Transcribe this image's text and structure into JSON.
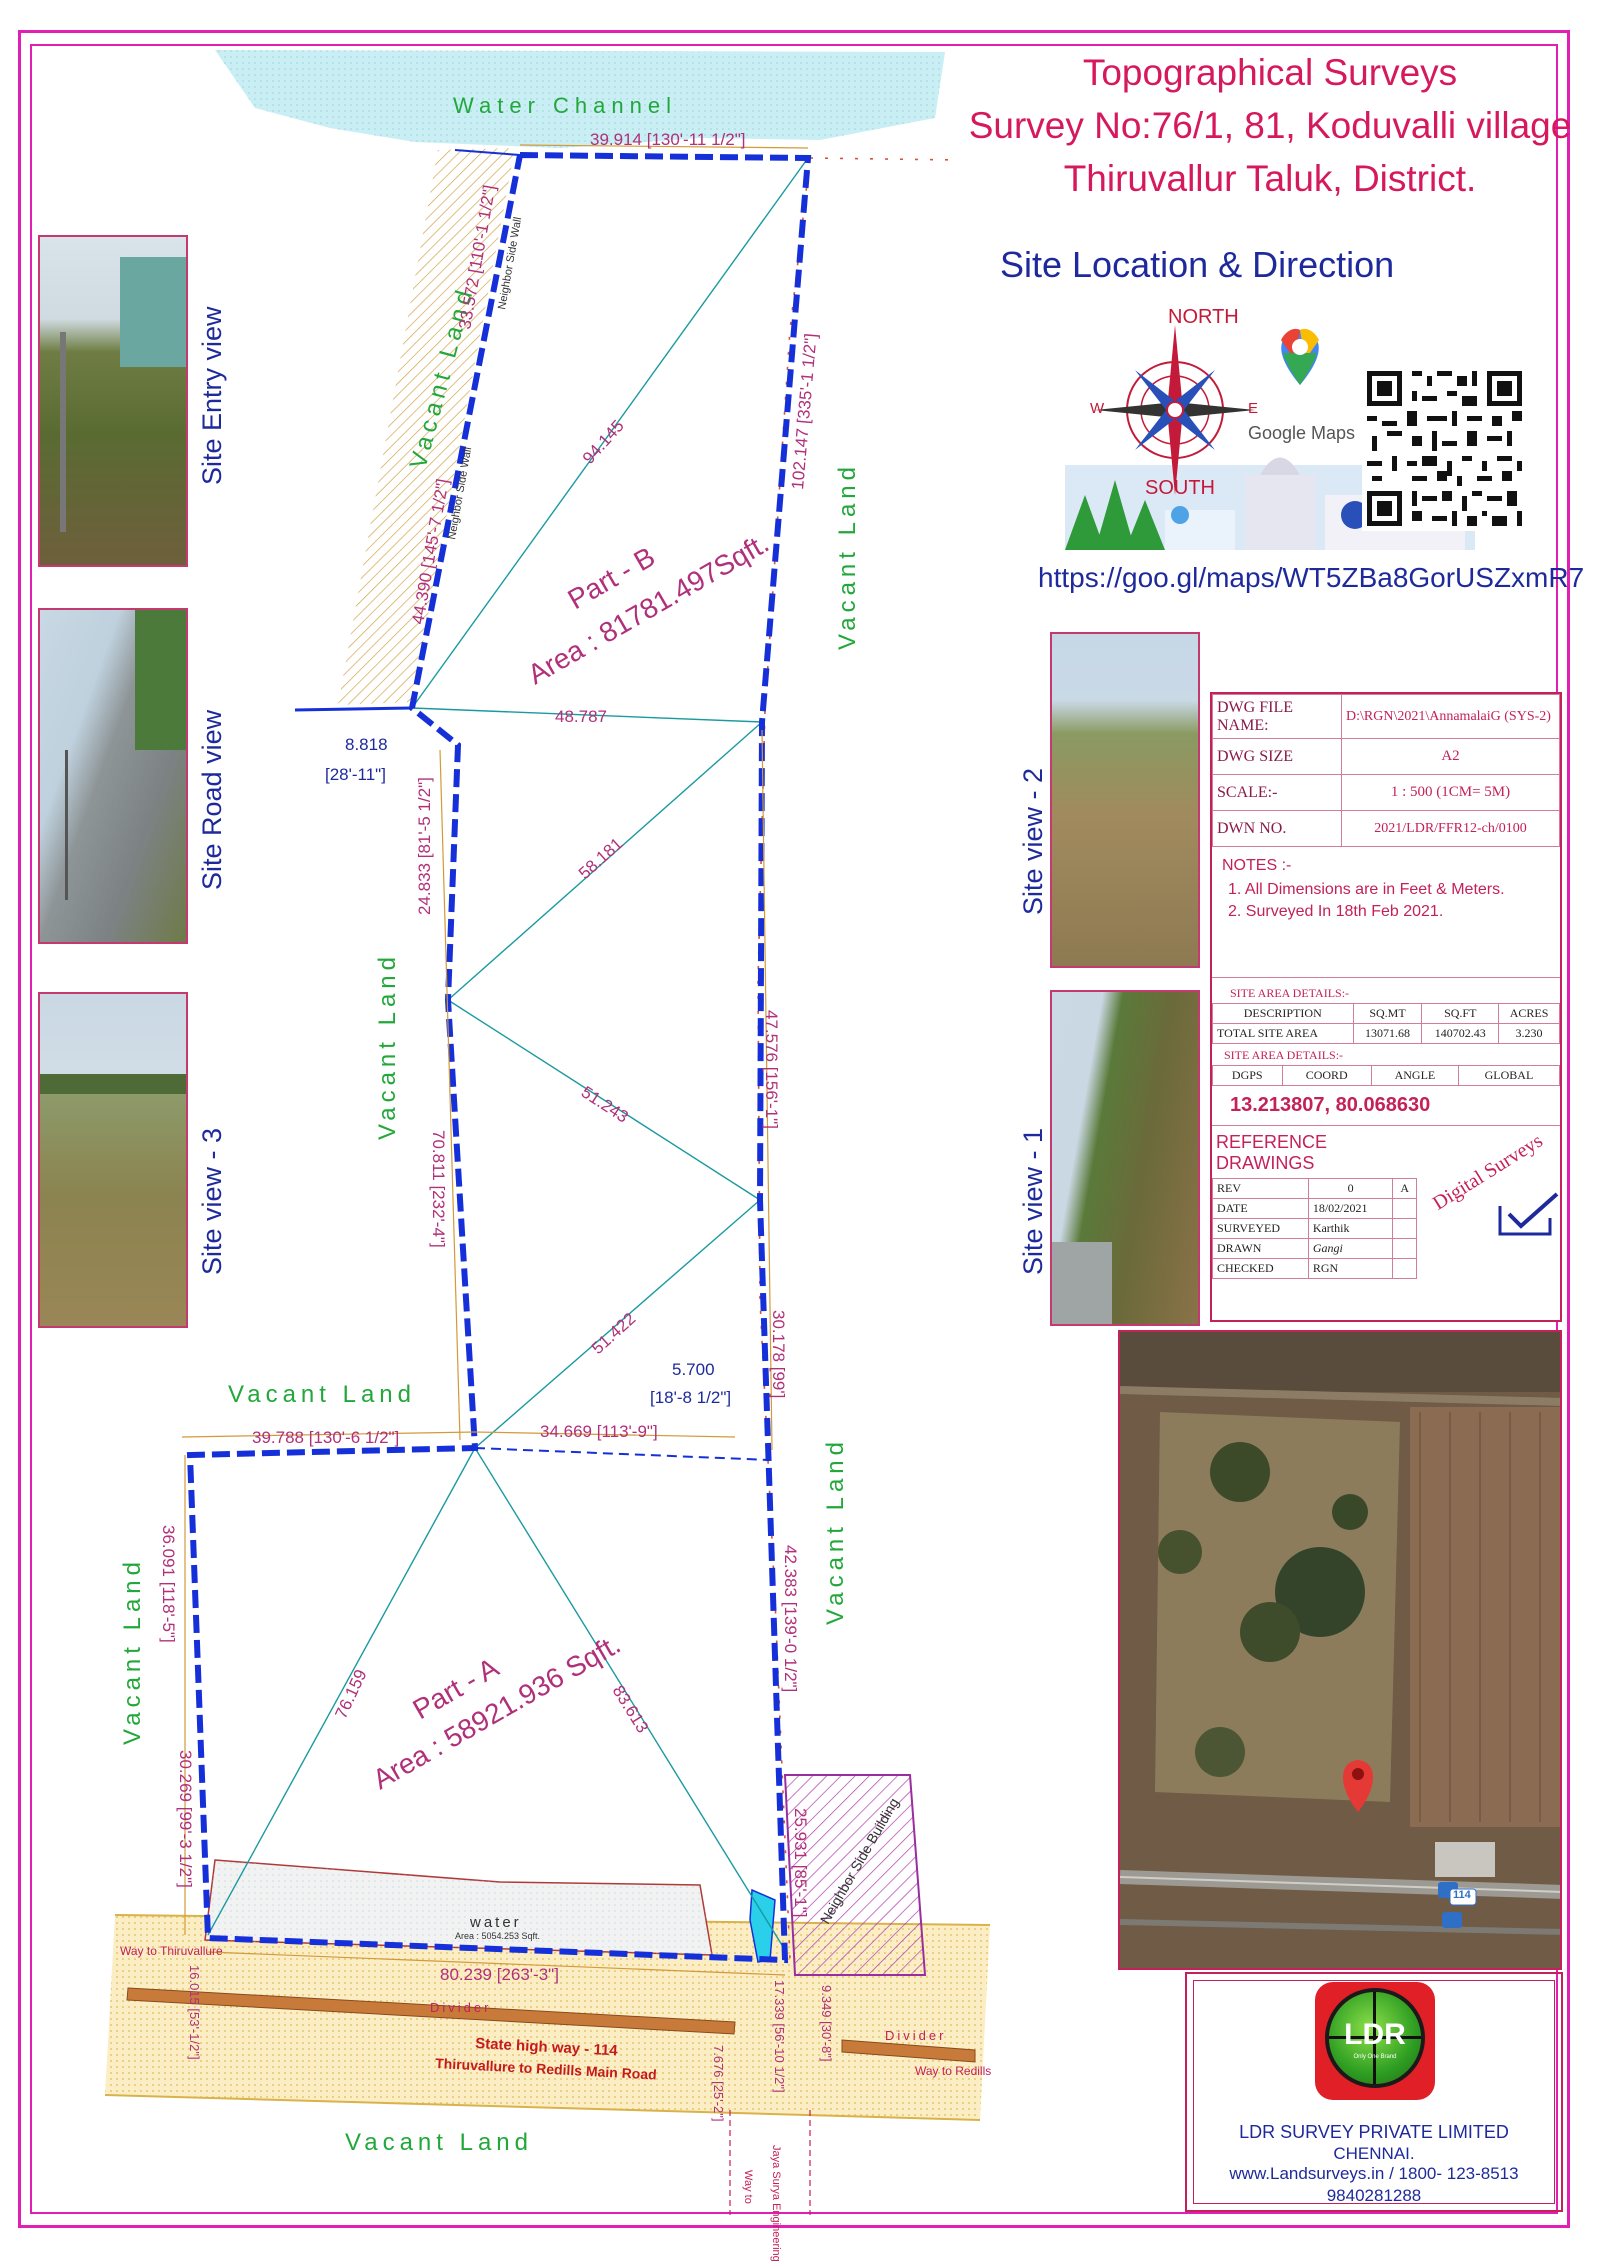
{
  "title": {
    "line1": "Topographical Surveys",
    "line2": "Survey No:76/1, 81, Koduvalli village",
    "line3": "Thiruvallur Taluk, District."
  },
  "site_location": {
    "heading": "Site Location & Direction",
    "compass": {
      "north": "NORTH",
      "south": "SOUTH",
      "east": "E",
      "west": "W"
    },
    "google_maps_label": "Google Maps",
    "url": "https://goo.gl/maps/WT5ZBa8GorUSZxmR7"
  },
  "photos_left": [
    {
      "label": "Site Entry view"
    },
    {
      "label": "Site Road view"
    },
    {
      "label": "Site view - 3"
    }
  ],
  "photos_right": [
    {
      "label": "Site view - 2"
    },
    {
      "label": "Site view - 1"
    }
  ],
  "drawing_info": {
    "file_name_label": "DWG FILE NAME:",
    "file_name_value": "D:\\RGN\\2021\\AnnamalaiG (SYS-2)",
    "size_label": "DWG SIZE",
    "size_value": "A2",
    "scale_label": "SCALE:-",
    "scale_value": "1 : 500 (1CM= 5M)",
    "dwn_label": "DWN NO.",
    "dwn_value": "2021/LDR/FFR12-ch/0100",
    "notes_title": "NOTES :-",
    "notes": [
      "1. All Dimensions are in Feet & Meters.",
      "2. Surveyed In 18th Feb 2021."
    ],
    "site_area_title": "SITE AREA DETAILS:-",
    "area_headers": [
      "DESCRIPTION",
      "SQ.MT",
      "SQ.FT",
      "ACRES"
    ],
    "area_row": [
      "TOTAL SITE AREA",
      "13071.68",
      "140702.43",
      "3.230"
    ],
    "site_area_title2": "SITE AREA DETAILS:-",
    "dgps_headers": [
      "DGPS",
      "COORD",
      "ANGLE",
      "GLOBAL"
    ],
    "coords": "13.213807, 80.068630",
    "ref_title": "REFERENCE DRAWINGS",
    "rev_rows": [
      [
        "REV",
        "0",
        "A"
      ],
      [
        "DATE",
        "18/02/2021",
        ""
      ],
      [
        "SURVEYED",
        "Karthik",
        ""
      ],
      [
        "DRAWN",
        "Gangi",
        ""
      ],
      [
        "CHECKED",
        "RGN",
        ""
      ]
    ],
    "stamp": "Digital Surveys"
  },
  "company": {
    "logo_text": "LDR",
    "logo_subtext": "Only One Brand",
    "name": "LDR SURVEY PRIVATE LIMITED",
    "city": "CHENNAI.",
    "web": "www.Landsurveys.in / 1800- 123-8513",
    "phone": "9840281288"
  },
  "plan": {
    "water_channel": "Water Channel",
    "vacant_land": "Vacant Land",
    "part_b": "Part - B",
    "part_b_area": "Area : 81781.497Sqft.",
    "part_a": "Part - A",
    "part_a_area": "Area : 58921.936 Sqft.",
    "water": "water",
    "water_area": "Area : 5054.253 Sqft.",
    "highway": "State high way - 114",
    "highway_sub": "Thiruvallure to Redills Main Road",
    "divider": "Divider",
    "way_thiruvallure": "Way to Thiruvallure",
    "way_redills": "Way to Redills",
    "neighbor_building": "Neighbor Side Building",
    "neighbor_wall": "Neighbor Side Wall",
    "college_road": "Jaya Surya Engineering College Road",
    "road_way": "Way to",
    "dims": {
      "top": "39.914 [130'-11 1/2\"]",
      "left_b_upper": "33.572 [110'-1 1/2\"]",
      "left_b_lower": "44.390 [145'-7 1/2\"]",
      "right_b": "102.147 [335'-1 1/2\"]",
      "diag_b1": "94.145",
      "jog": "8.818",
      "jog_ft": "[28'-11\"]",
      "h_mid": "48.787",
      "left_mid": "24.833 [81'-5 1/2\"]",
      "diag_m1": "58.181",
      "right_mid": "47.576 [156'-1\"]",
      "diag_m2": "51.243",
      "left_low": "70.811 [232'-4\"]",
      "diag_m3": "51.422",
      "right_low": "30.178 [99']",
      "small": "5.700",
      "small_ft": "[18'-8 1/2\"]",
      "a_top_left": "39.788 [130'-6 1/2\"]",
      "a_top_right": "34.669 [113'-9\"]",
      "a_left_upper": "36.091 [118'-5\"]",
      "a_left_lower": "30.269 [99'-3 1/2\"]",
      "a_right_upper": "42.383 [139'-0 1/2\"]",
      "a_right_lower": "25.931 [85'-1\"]",
      "diag_a1": "76.159",
      "diag_a2": "83.613",
      "bottom": "80.239 [263'-3\"]",
      "road_left": "16.015 [53'-1/2\"]",
      "road_mid": "7.676 [25'-2\"]",
      "road_r1": "17.339 [56'-10 1/2\"]",
      "road_r2": "9.349 [30'-8\"]"
    }
  },
  "satellite": {
    "road_number": "114"
  },
  "colors": {
    "accent": "#e11fb5",
    "boundary": "#1530d8",
    "dimension": "#b0307a",
    "green_label": "#22a83a",
    "diag": "#1a9aa0"
  }
}
